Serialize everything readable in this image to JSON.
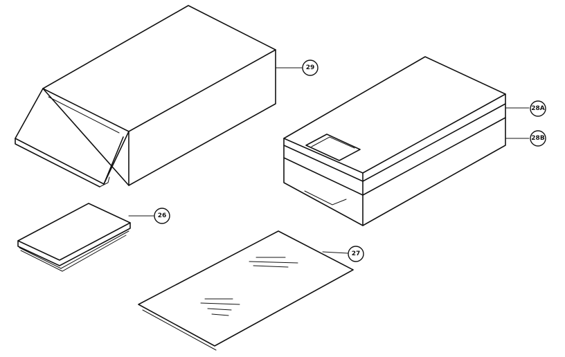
{
  "callouts": {
    "c29": "29",
    "c28a": "28A",
    "c28b": "28B",
    "c26": "26",
    "c27": "27"
  }
}
